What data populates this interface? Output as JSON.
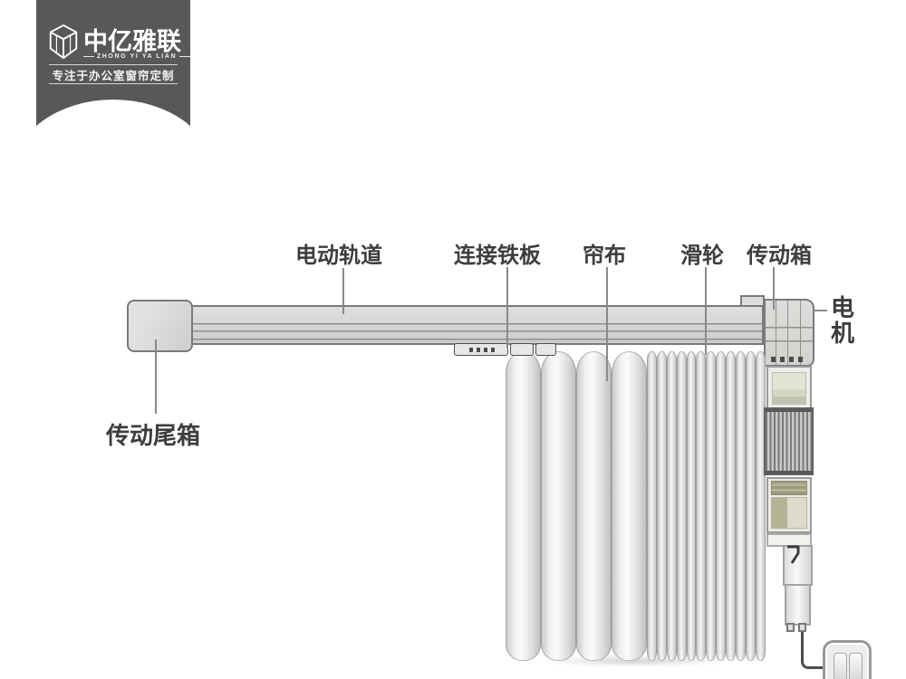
{
  "brand": {
    "name": "中亿雅联",
    "name_en": "ZHONG YI YA LIAN",
    "tagline": "专注于办公室窗帘定制"
  },
  "diagram": {
    "type": "product-callout-diagram",
    "labels": {
      "motor_track": "电动轨道",
      "connecting_plate": "连接铁板",
      "curtain_fabric": "帘布",
      "pulley": "滑轮",
      "gearbox": "传动箱",
      "motor": "电机",
      "tail_gearbox": "传动尾箱"
    },
    "colors": {
      "badge_bg": "#57585a",
      "label_text": "#3d3d3d",
      "leader_line": "#8a8a8a",
      "track_fill": "#d9d9d9",
      "track_outline": "#7a7a7a",
      "curtain_light": "#f5f5f5",
      "curtain_shade": "#c4c4c4",
      "motor_ribs": "#6e6e6e",
      "sticker_olive": "#b3b294"
    }
  }
}
